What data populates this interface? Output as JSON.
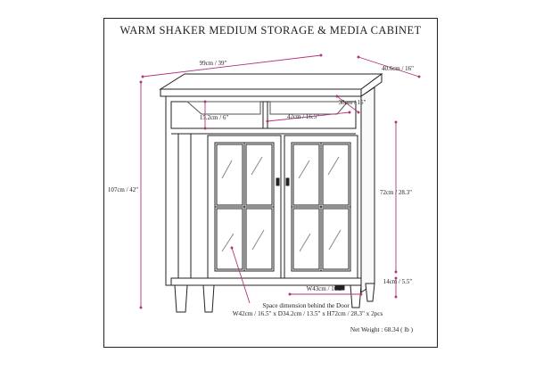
{
  "title": "WARM SHAKER MEDIUM STORAGE & MEDIA CABINET",
  "dimensions": {
    "width": "99cm / 39\"",
    "depth": "40.6cm / 16\"",
    "height": "107cm / 42\"",
    "shelf_depth": "38cm / 15\"",
    "opening_height": "15.2cm / 6\"",
    "opening_width": "42cm / 16.5\"",
    "cabinet_height": "72cm / 28.3\"",
    "leg_height": "14cm / 5.5\"",
    "inner_width": "W43cm / 16.9\""
  },
  "space_note": {
    "line1": "Space dimension behind the Door :",
    "line2": "W42cm / 16.5\" x D34.2cm / 13.5\" x H72cm / 28.3\" x 2pcs"
  },
  "net_weight": "Net Weight : 68.34 ( lb )",
  "colors": {
    "line": "#222222",
    "dimension": "#b0357a",
    "background": "#ffffff"
  }
}
